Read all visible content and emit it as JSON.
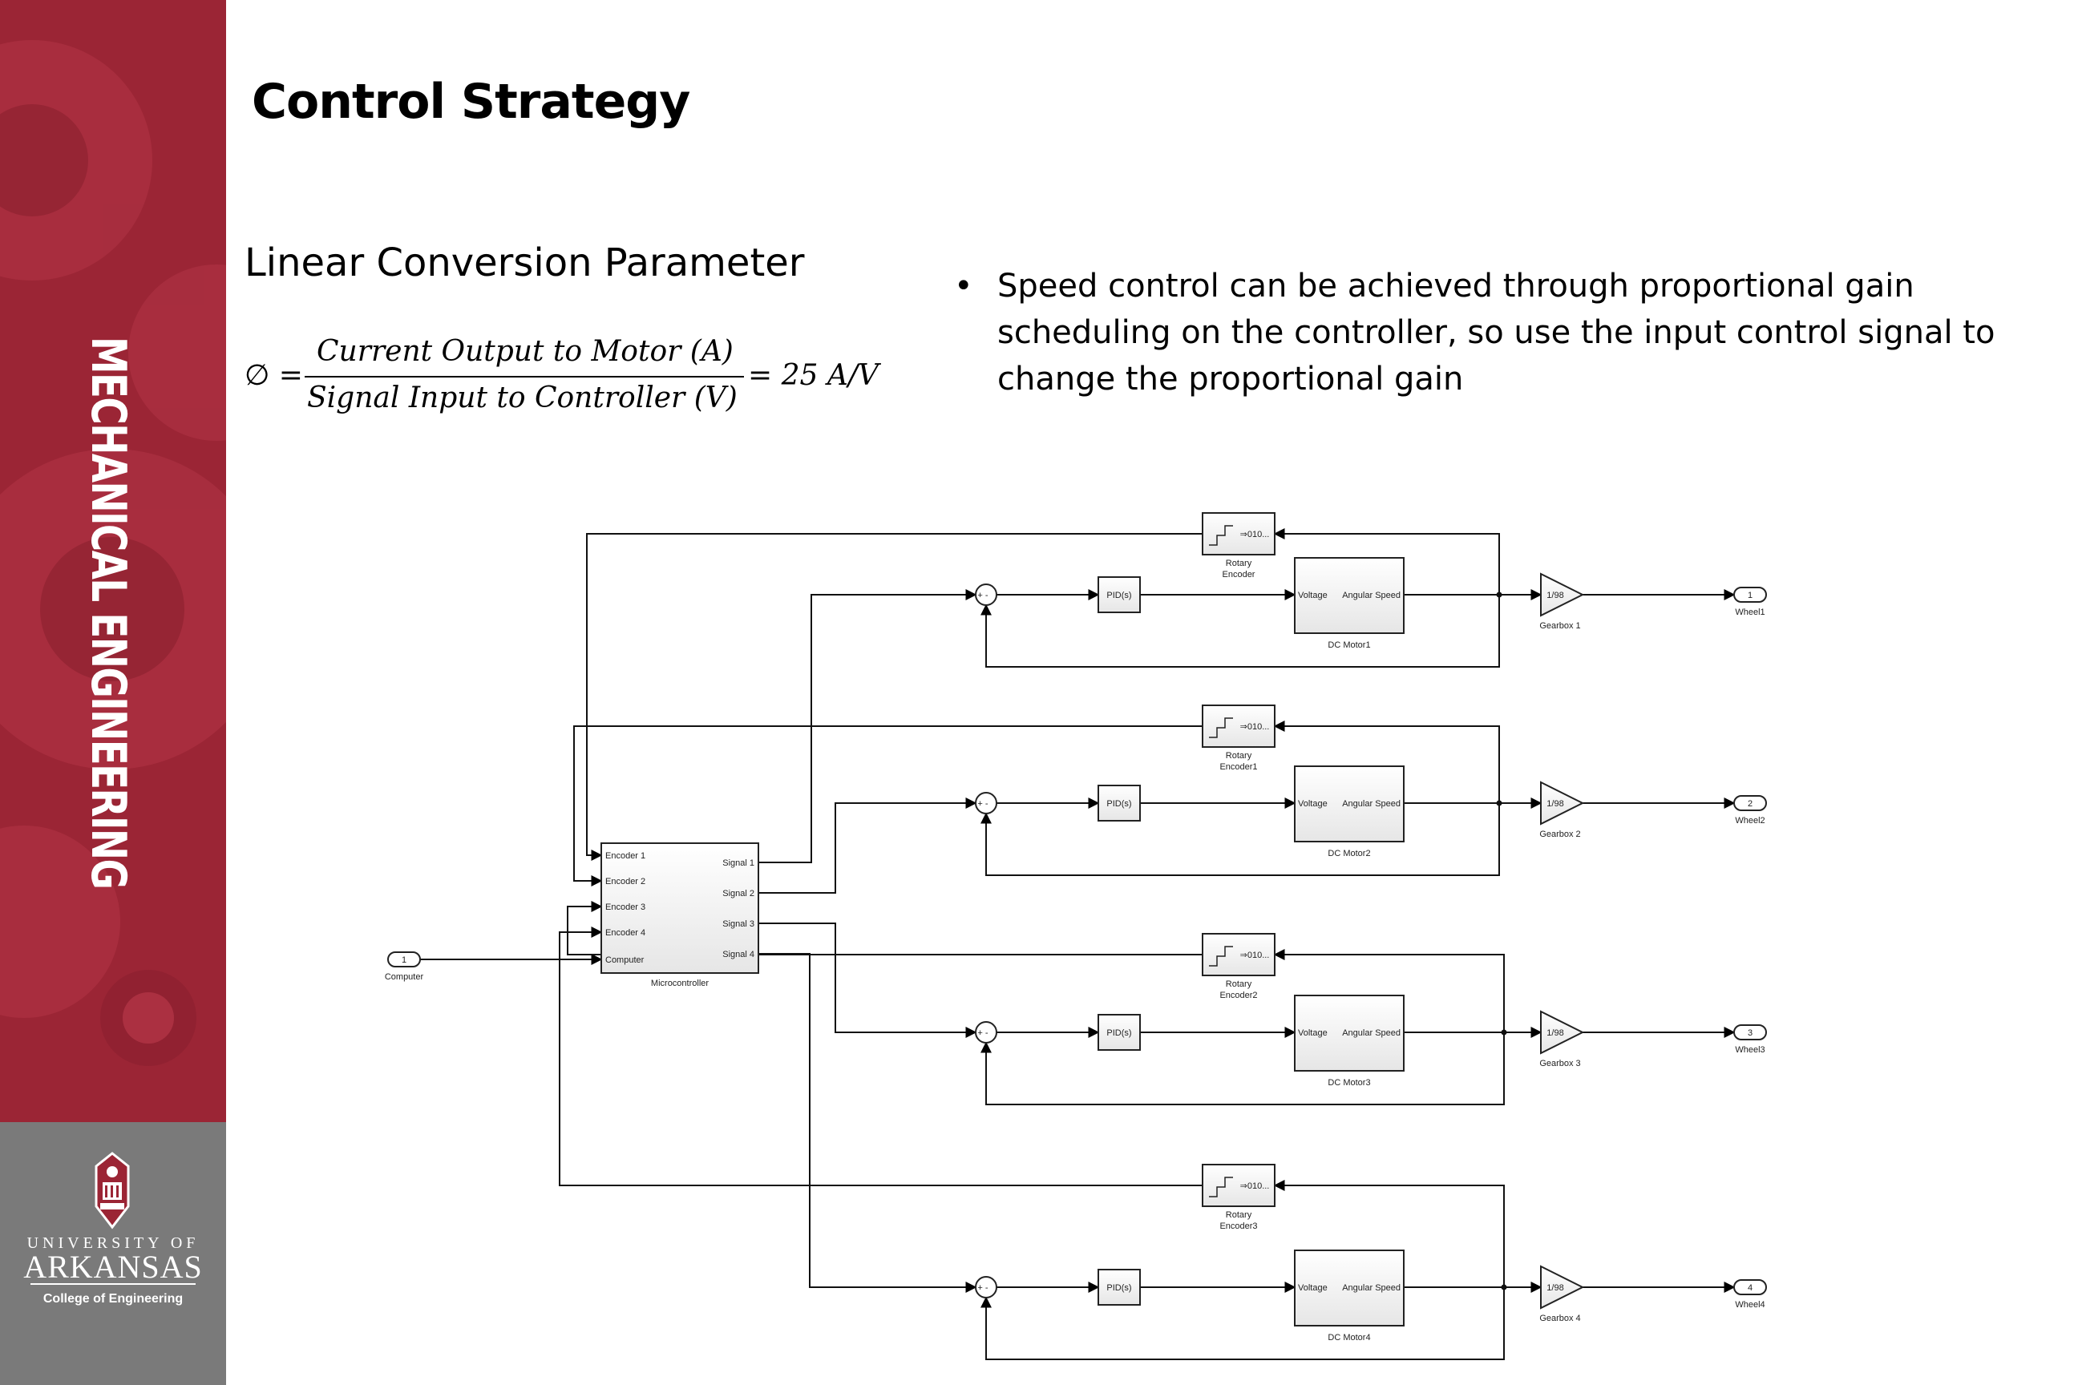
{
  "sidebar": {
    "department": "MECHANICAL ENGINEERING",
    "university_line1": "UNIVERSITY OF",
    "university_line2": "ARKANSAS",
    "college": "College of Engineering",
    "brand_color": "#9b2535",
    "panel_color": "#7a7a7a"
  },
  "slide": {
    "title": "Control Strategy",
    "section_heading": "Linear Conversion Parameter",
    "formula": {
      "symbol": "∅ =",
      "numerator": "Current Output to Motor (A)",
      "denominator": "Signal Input to Controller (V)",
      "result": "= 25 A/V"
    },
    "bullet": "Speed control can be achieved through proportional gain scheduling on the controller, so use the input control signal to change the proportional gain"
  },
  "diagram": {
    "input_port": {
      "number": "1",
      "label": "Computer"
    },
    "microcontroller": {
      "label": "Microcontroller",
      "inputs": [
        "Encoder 1",
        "Encoder 2",
        "Encoder 3",
        "Encoder 4",
        "Computer"
      ],
      "outputs": [
        "Signal 1",
        "Signal 2",
        "Signal 3",
        "Signal 4"
      ]
    },
    "encoder_glyph": "010...",
    "sum_signs": "+ -",
    "pid_label": "PID(s)",
    "motor_ports": {
      "input": "Voltage",
      "output": "Angular Speed"
    },
    "gain_label": "1/98",
    "rows": [
      {
        "encoder_name": "Rotary",
        "encoder_sub": "Encoder",
        "motor": "DC Motor1",
        "gearbox": "Gearbox 1",
        "out_number": "1",
        "out_label": "Wheel1"
      },
      {
        "encoder_name": "Rotary",
        "encoder_sub": "Encoder1",
        "motor": "DC Motor2",
        "gearbox": "Gearbox 2",
        "out_number": "2",
        "out_label": "Wheel2"
      },
      {
        "encoder_name": "Rotary",
        "encoder_sub": "Encoder2",
        "motor": "DC Motor3",
        "gearbox": "Gearbox 3",
        "out_number": "3",
        "out_label": "Wheel3"
      },
      {
        "encoder_name": "Rotary",
        "encoder_sub": "Encoder3",
        "motor": "DC Motor4",
        "gearbox": "Gearbox 4",
        "out_number": "4",
        "out_label": "Wheel4"
      }
    ]
  }
}
